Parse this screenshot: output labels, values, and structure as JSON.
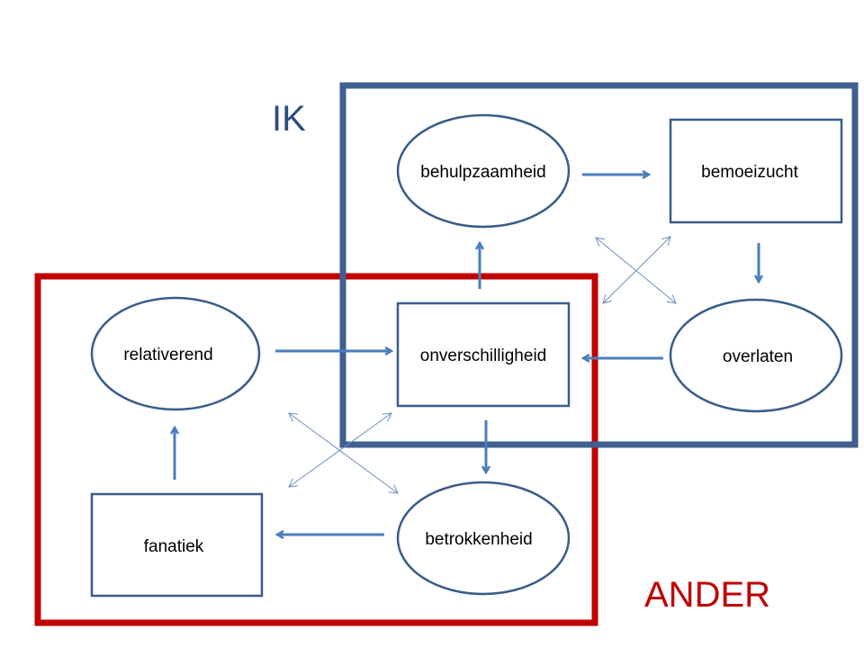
{
  "labels": {
    "ik": "IK",
    "ander": "ANDER"
  },
  "nodes": {
    "behulpzaamheid": "behulpzaamheid",
    "bemoeizucht": "bemoeizucht",
    "overlaten": "overlaten",
    "onverschilligheid": "onverschilligheid",
    "relativerend": "relativerend",
    "fanatiek": "fanatiek",
    "betrokkenheid": "betrokkenheid"
  },
  "colors": {
    "ik_frame": "#3F5F8F",
    "ander_frame": "#C00000",
    "node_border": "#385D8A",
    "arrow": "#4A7EBB"
  }
}
